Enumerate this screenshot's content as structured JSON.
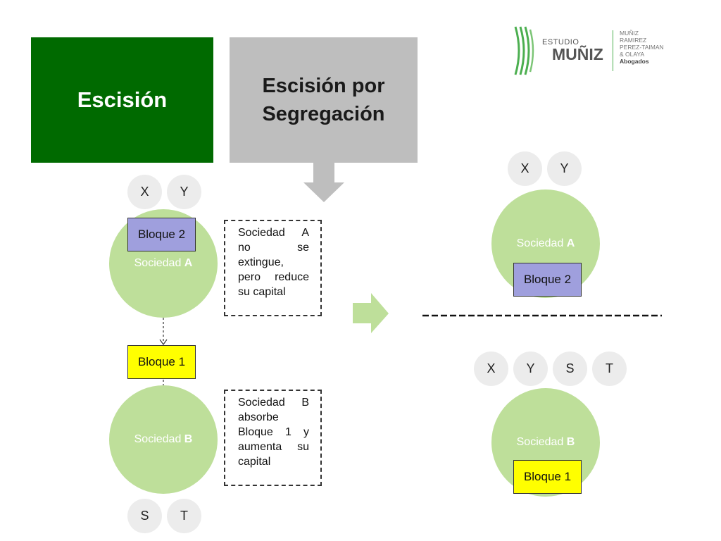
{
  "titles": {
    "left": "Escisión",
    "right_line1": "Escisión por",
    "right_line2": "Segregación"
  },
  "logo": {
    "estudio": "ESTUDIO",
    "muniz": "MUÑIZ",
    "partners": [
      "MUÑIZ",
      "RAMIREZ",
      "PEREZ-TAIMAN",
      "& OLAYA",
      "Abogados"
    ]
  },
  "left": {
    "shareholders_a": [
      "X",
      "Y"
    ],
    "company_a": {
      "name": "Sociedad",
      "letter": "A"
    },
    "block2": "Bloque 2",
    "block1": "Bloque 1",
    "company_b": {
      "name": "Sociedad",
      "letter": "B"
    },
    "shareholders_b": [
      "S",
      "T"
    ]
  },
  "notes": {
    "note_a": [
      "Sociedad A",
      "no se",
      "extingue,",
      "pero reduce",
      "su capital"
    ],
    "note_b": [
      "Sociedad B",
      "absorbe",
      "Bloque 1 y",
      "aumenta su",
      "capital"
    ]
  },
  "right": {
    "shareholders_a": [
      "X",
      "Y"
    ],
    "company_a": {
      "name": "Sociedad",
      "letter": "A"
    },
    "block2": "Bloque 2",
    "shareholders_b": [
      "X",
      "Y",
      "S",
      "T"
    ],
    "company_b": {
      "name": "Sociedad",
      "letter": "B"
    },
    "block1": "Bloque 1"
  },
  "colors": {
    "title_green": "#006a00",
    "title_gray": "#bebebe",
    "circle_green": "#bedf9a",
    "block_purple": "#9f9fdd",
    "block_yellow": "#ffff00",
    "chip_gray": "#ececec"
  }
}
